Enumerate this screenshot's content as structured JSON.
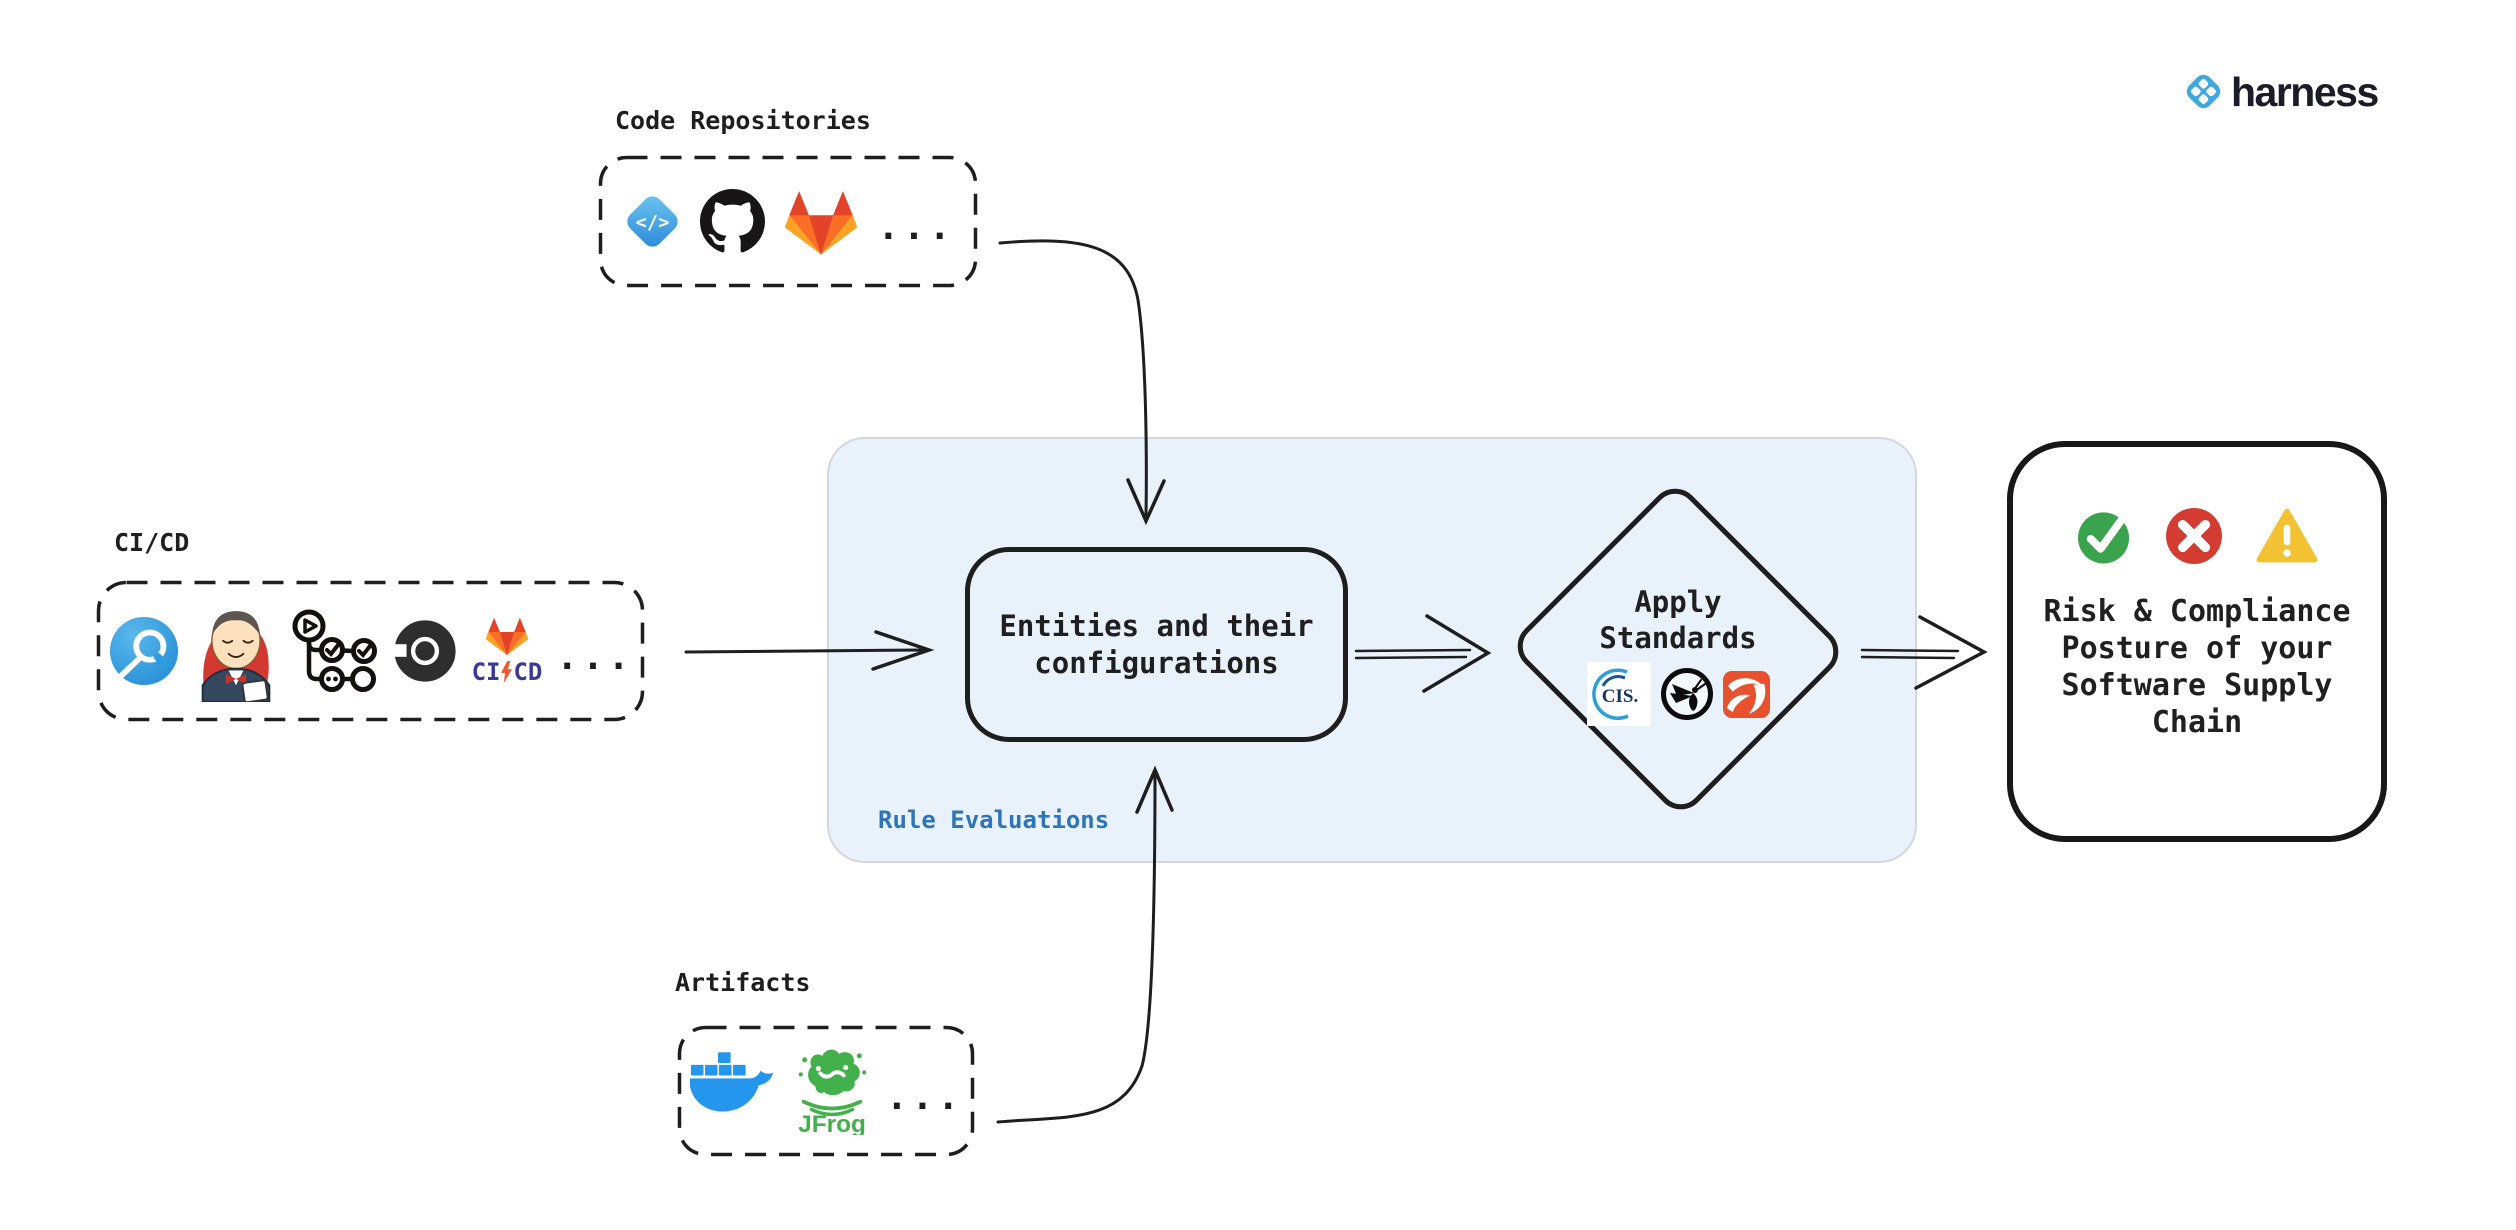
{
  "brand": {
    "name": "harness"
  },
  "colors": {
    "stroke": "#1e1e1e",
    "panel_fill": "#e9f1fb",
    "panel_border": "#d4d7db",
    "rule_label_blue": "#2d74b8",
    "success_green": "#3aa34d",
    "failure_red": "#d43c31",
    "warning_yellow": "#f2c233",
    "harness_blue": "#42a7e0",
    "docker_blue": "#2496ed",
    "jfrog_green": "#43b14b",
    "gitlab_orange": "#fc6d26"
  },
  "sources": {
    "code_repositories": {
      "label": "Code Repositories",
      "more": "...",
      "code_glyph": "</>",
      "icons": [
        "harness-code",
        "github",
        "gitlab"
      ]
    },
    "cicd": {
      "label": "CI/CD",
      "more": "...",
      "gitlab_ci": "CI",
      "gitlab_cd": "CD",
      "icons": [
        "harness-ci",
        "jenkins",
        "github-actions-workflow",
        "circleci",
        "gitlab-cicd"
      ]
    },
    "artifacts": {
      "label": "Artifacts",
      "more": "...",
      "jfrog_label": "JFrog",
      "icons": [
        "docker",
        "jfrog"
      ]
    }
  },
  "pipeline": {
    "rule_evaluations_label": "Rule Evaluations",
    "entities_text": "Entities and their\nconfigurations",
    "apply_standards_text": "Apply\nStandards",
    "cis_label": "CIS.",
    "standards_icons": [
      "cis",
      "owasp",
      "standards-badge"
    ]
  },
  "outcome": {
    "text": "Risk & Compliance\nPosture of your\nSoftware Supply\nChain",
    "status_icons": [
      "success",
      "failure",
      "warning"
    ]
  }
}
